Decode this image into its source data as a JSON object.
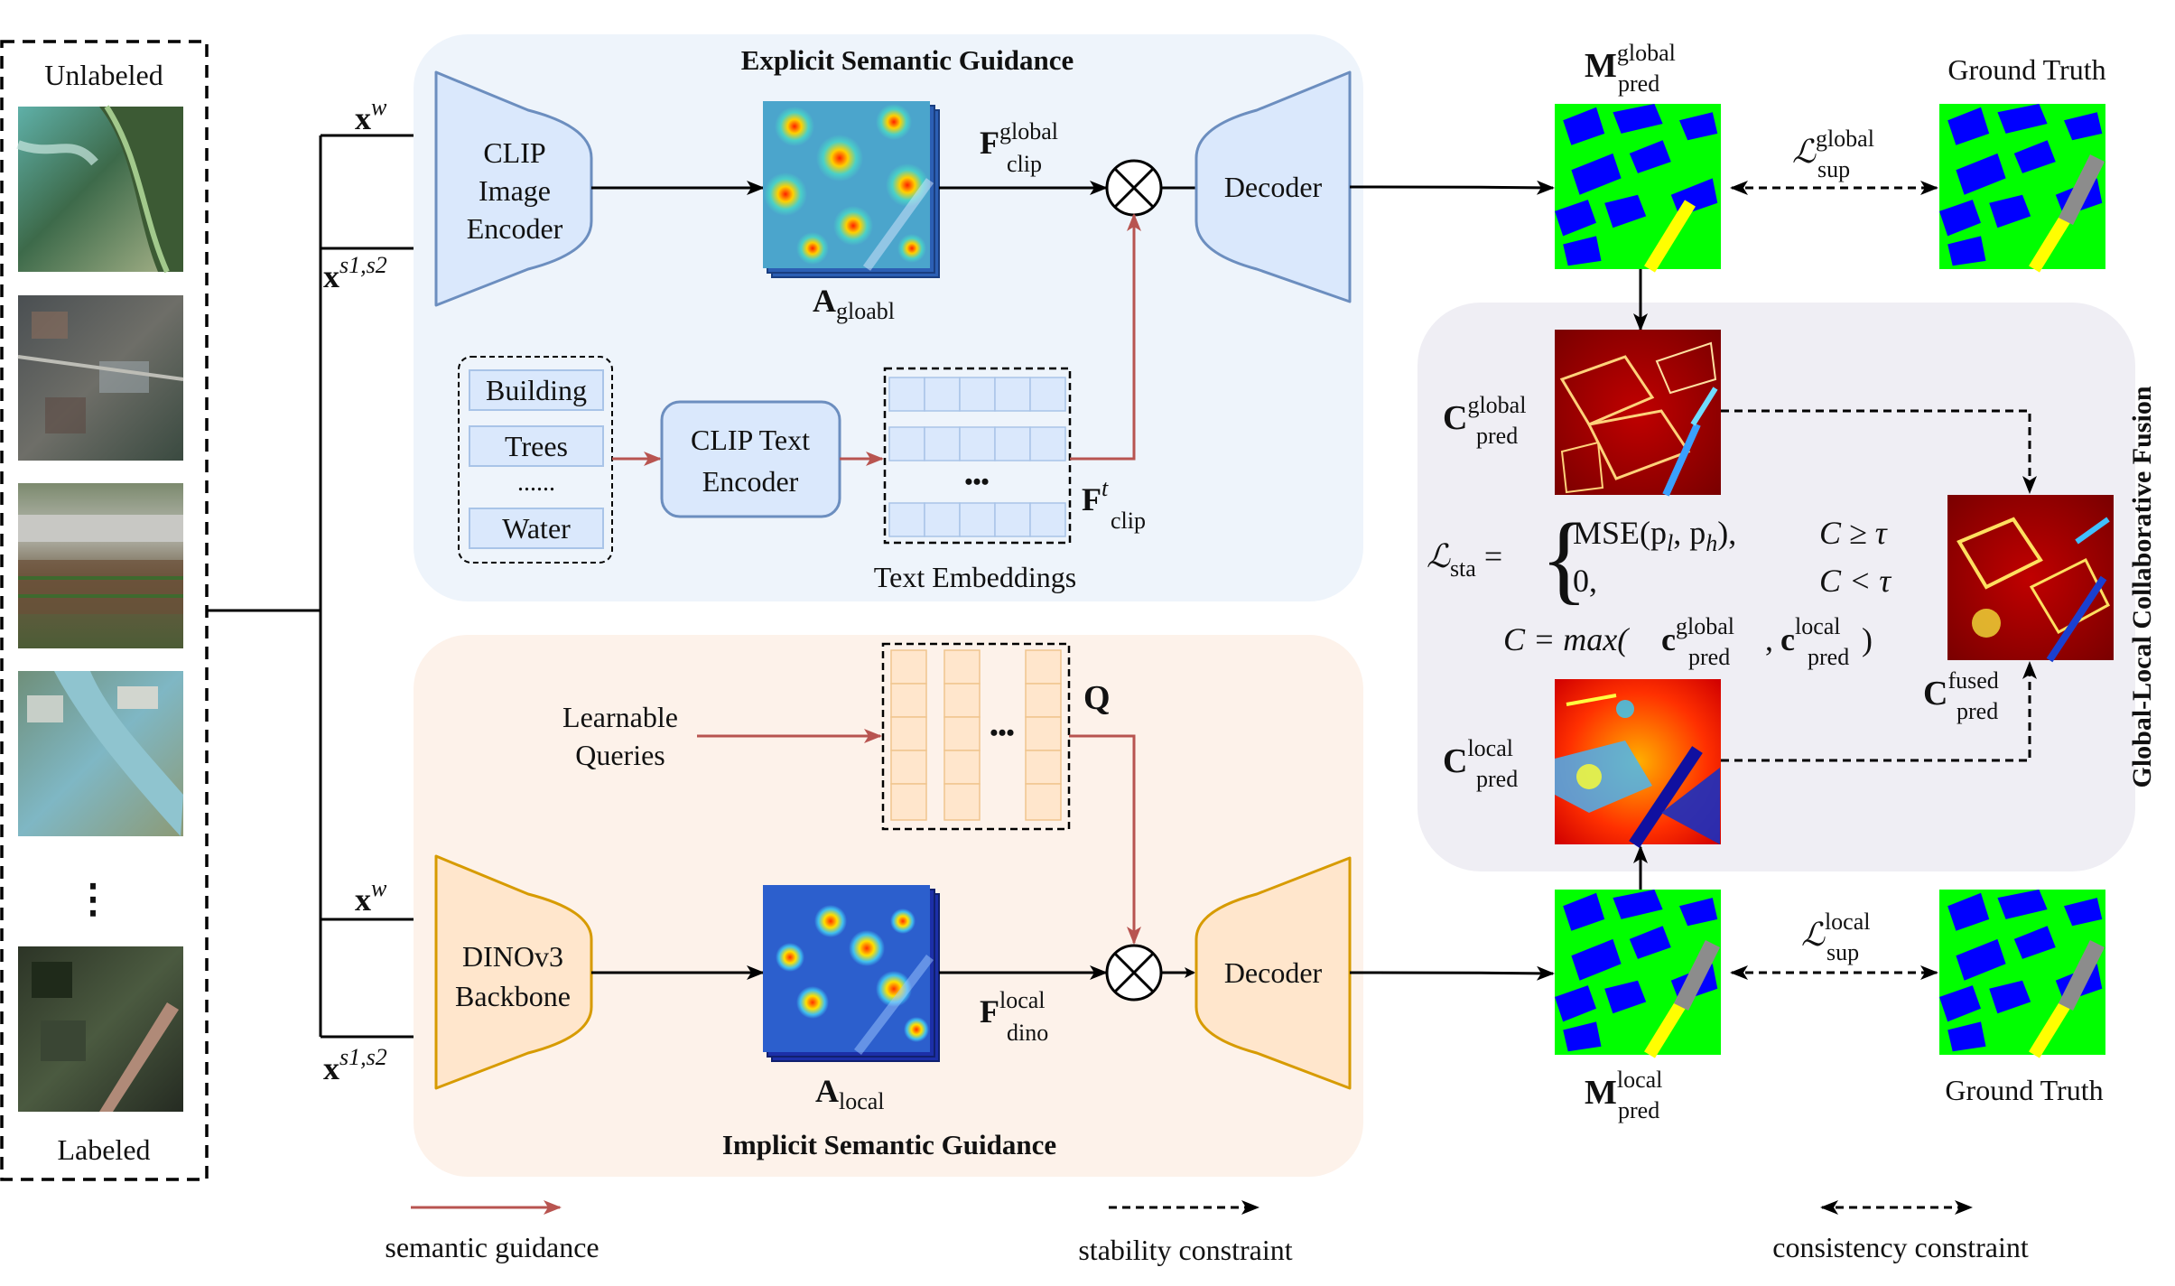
{
  "input_panel": {
    "unlabeled": "Unlabeled",
    "labeled": "Labeled",
    "ellipsis": "⋮"
  },
  "inputs": {
    "xw": "w",
    "xs_sup": "s1,s2"
  },
  "explicit": {
    "title": "Explicit Semantic Guidance",
    "clip_image_encoder": [
      "CLIP",
      "Image",
      "Encoder"
    ],
    "clip_text_encoder": [
      "CLIP Text",
      "Encoder"
    ],
    "classes": [
      "Building",
      "Trees",
      "......",
      "Water"
    ],
    "text_embeddings": "Text Embeddings",
    "emb_dots": "•••",
    "A_sub": "gloabl",
    "F_sup": "global",
    "F_sub": "clip",
    "Ft_sup": "t",
    "Ft_sub": "clip",
    "decoder": "Decoder"
  },
  "implicit": {
    "title": "Implicit Semantic Guidance",
    "backbone": [
      "DINOv3",
      "Backbone"
    ],
    "learnable": [
      "Learnable",
      "Queries"
    ],
    "q_dots": "•••",
    "A_sub": "local",
    "F_sup": "local",
    "F_sub": "dino",
    "decoder": "Decoder"
  },
  "outputs": {
    "m_global_sup": "global",
    "m_local_sup": "local",
    "m_sub": "pred",
    "ground_truth": "Ground Truth",
    "l_sup_global": "global",
    "l_sup_local": "local",
    "l_sub": "sup"
  },
  "fusion": {
    "title": "Global-Local  Collaborative Fusion",
    "c_global_sup": "global",
    "c_local_sup": "local",
    "c_fused_sup": "fused",
    "c_sub": "pred",
    "l_sta_sub": "sta",
    "case1": "MSE(p",
    "case1_l": "l",
    "case1_mid": ", p",
    "case1_h": "h",
    "case1_end": "),",
    "case1_cond": "C ≥ τ",
    "case2": "0,",
    "case2_cond": "C < τ",
    "c_formula_start": "C = max(",
    "c_formula_sep": ", ",
    "c_formula_end": ")"
  },
  "legend": {
    "semantic": "semantic guidance",
    "stability": "stability constraint",
    "consistency": "consistency constraint"
  },
  "colors": {
    "red_arrow": "#b85450",
    "blue_fill": "#dae8fc",
    "blue_stroke": "#6c8ebf",
    "orange_fill": "#ffe6cc",
    "orange_stroke": "#d79b00",
    "explicit_bg": "#eef4fb",
    "implicit_bg": "#fdf2ea",
    "fusion_bg": "#efeef4",
    "seg_green": "#00ff00",
    "seg_blue": "#0000ff"
  }
}
